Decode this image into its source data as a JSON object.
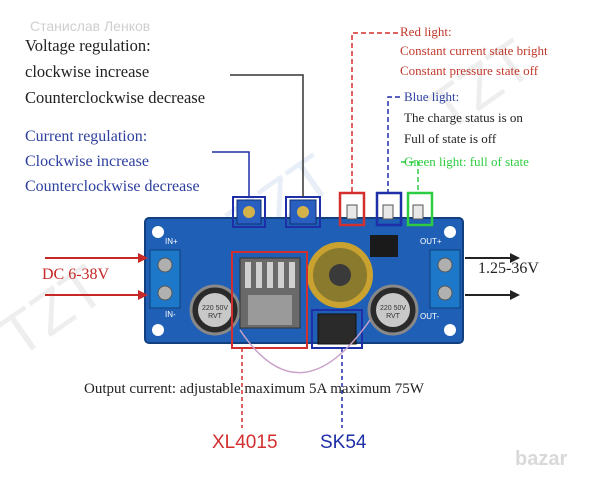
{
  "watermark": {
    "author": "Станислав Ленков",
    "brand": "bazar"
  },
  "voltage_regulation": {
    "title": "Voltage regulation:",
    "clockwise": "clockwise increase",
    "counterclockwise": "Counterclockwise decrease"
  },
  "current_regulation": {
    "title": "Current regulation:",
    "clockwise": "Clockwise increase",
    "counterclockwise": "Counterclockwise decrease"
  },
  "red_light": {
    "title": "Red light:",
    "line1": "Constant current state bright",
    "line2": "Constant pressure state off"
  },
  "blue_light": {
    "title": "Blue light:",
    "line1": "The charge status is on",
    "line2": "Full of state is off"
  },
  "green_light": {
    "text": "Green light: full of state"
  },
  "input": {
    "label": "DC 6-38V"
  },
  "output_voltage": {
    "label": "1.25-36V"
  },
  "output_current": {
    "text": "Output current: adjustable maximum 5A maximum 75W"
  },
  "chips": {
    "regulator": "XL4015",
    "diode": "SK54"
  },
  "board_marks": {
    "in_plus": "IN+",
    "in_minus": "IN-",
    "out_plus": "OUT+",
    "out_minus": "OUT-",
    "cap_left": "220 50V RVT",
    "cap_right": "220 50V RVT"
  },
  "colors": {
    "pcb": "#1f5fb5",
    "red": "#d32f2f",
    "blue": "#1e2fa8",
    "green": "#2ecc40"
  }
}
